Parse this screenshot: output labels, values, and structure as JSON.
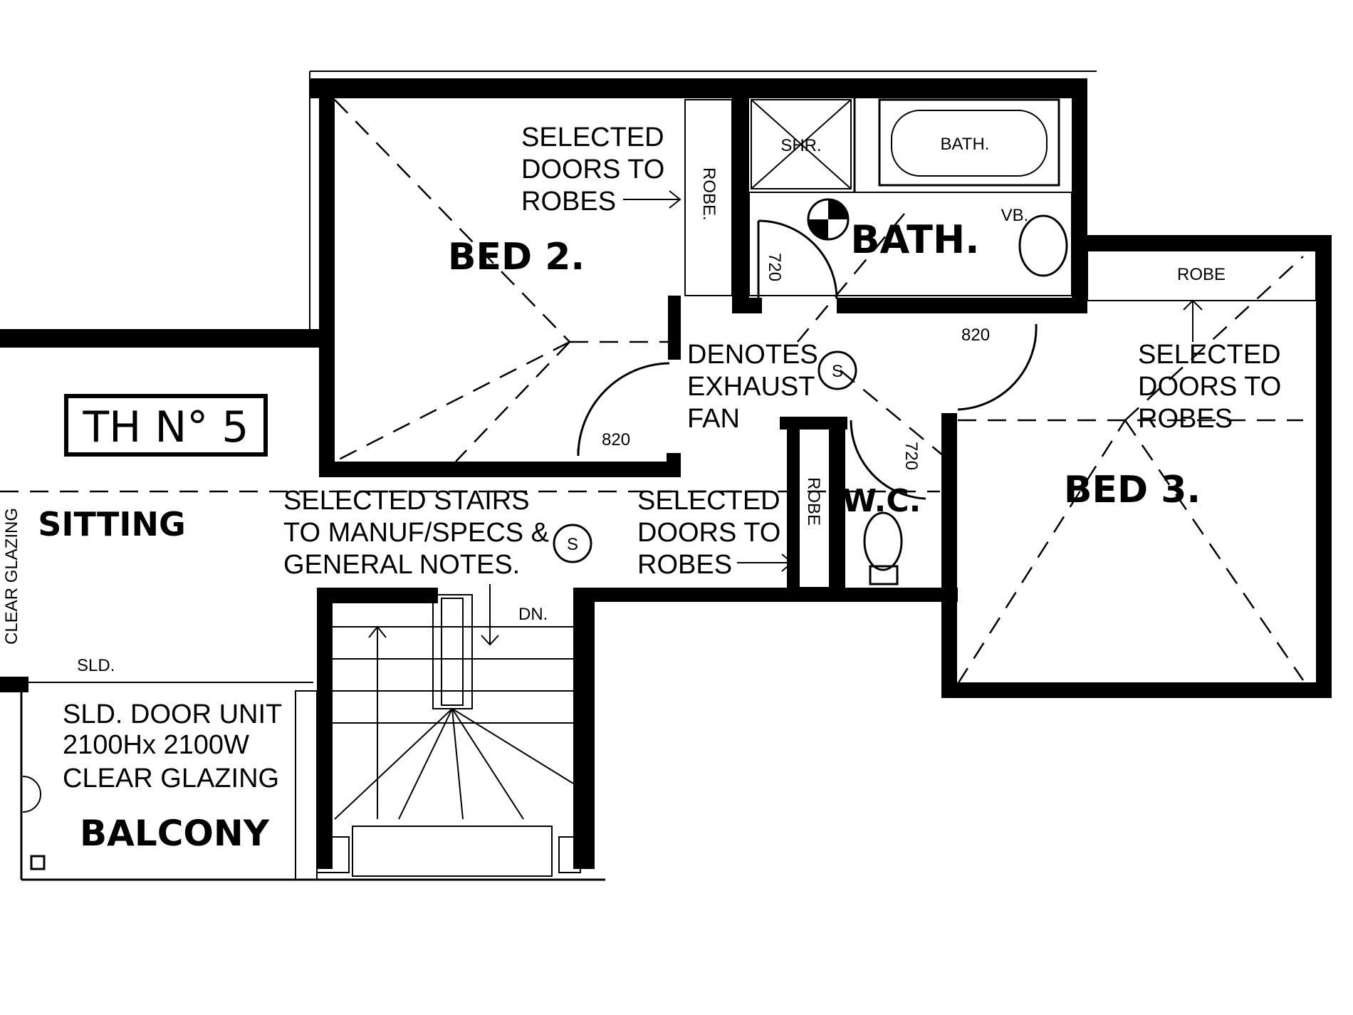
{
  "title_block": "TH N° 5",
  "rooms": {
    "bed2": "BED 2.",
    "bed3": "BED 3.",
    "bath": "BATH.",
    "bath_fixture": "BATH.",
    "shower": "SHR.",
    "vanity": "VB.",
    "wc": "W.C.",
    "sitting": "SITTING",
    "balcony": "BALCONY"
  },
  "robes": {
    "bed2_robe": "ROBE.",
    "bed3_robe": "ROBE",
    "hall_robe": "ROBE"
  },
  "notes": {
    "bed2_doors": [
      "SELECTED",
      "DOORS TO",
      "ROBES"
    ],
    "bed3_doors": [
      "SELECTED",
      "DOORS TO",
      "ROBES"
    ],
    "hall_doors": [
      "SELECTED",
      "DOORS TO",
      "ROBES"
    ],
    "exhaust": [
      "DENOTES",
      "EXHAUST",
      "FAN"
    ],
    "stairs": [
      "SELECTED STAIRS",
      "TO MANUF/SPECS &",
      "GENERAL NOTES."
    ],
    "sld_door": [
      "SLD. DOOR UNIT",
      "2100Hx 2100W",
      "CLEAR GLAZING"
    ],
    "sld": "SLD.",
    "clear_glazing": "CLEAR GLAZING",
    "dn": "DN."
  },
  "dimensions": {
    "bed2_door": "820",
    "bath_door": "720",
    "bed3_door": "820",
    "wc_door": "720"
  },
  "symbols": {
    "exhaust_fan": "S"
  }
}
